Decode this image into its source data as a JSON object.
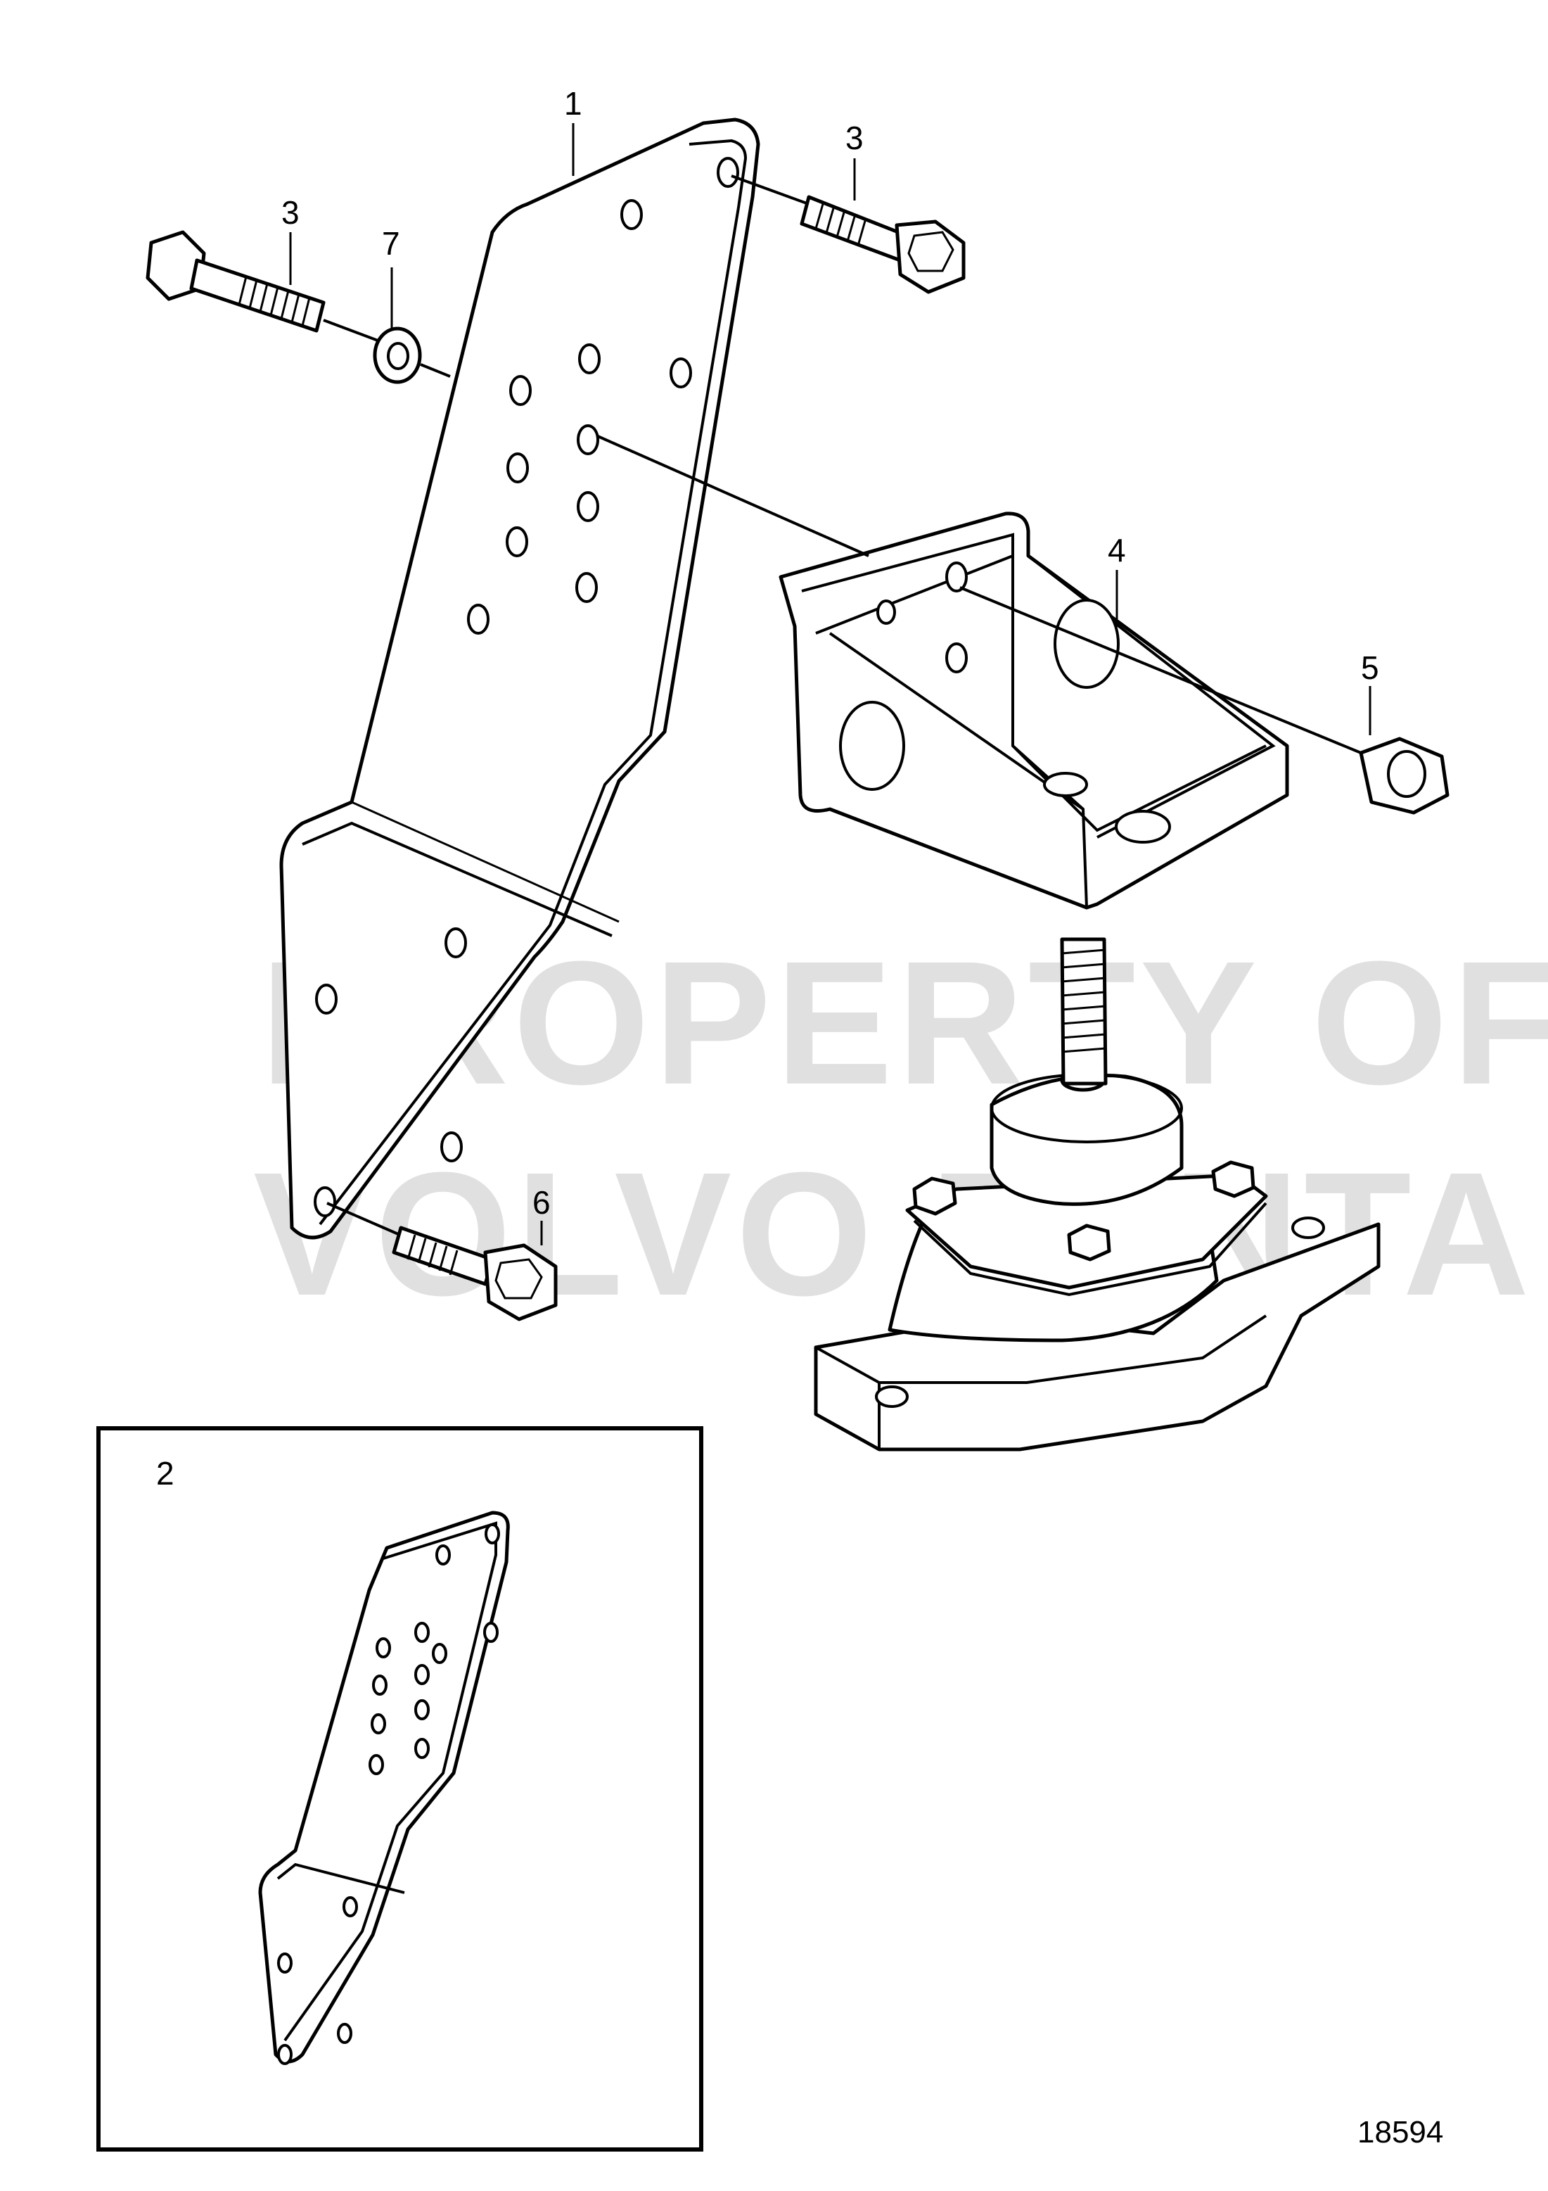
{
  "callouts": {
    "c1": "1",
    "c2": "2",
    "c3a": "3",
    "c3b": "3",
    "c4": "4",
    "c5": "5",
    "c6": "6",
    "c7": "7"
  },
  "figure_number": "18594",
  "watermark": {
    "line1": "PROPERTY OF",
    "line2": "VOLVO PENTA"
  }
}
